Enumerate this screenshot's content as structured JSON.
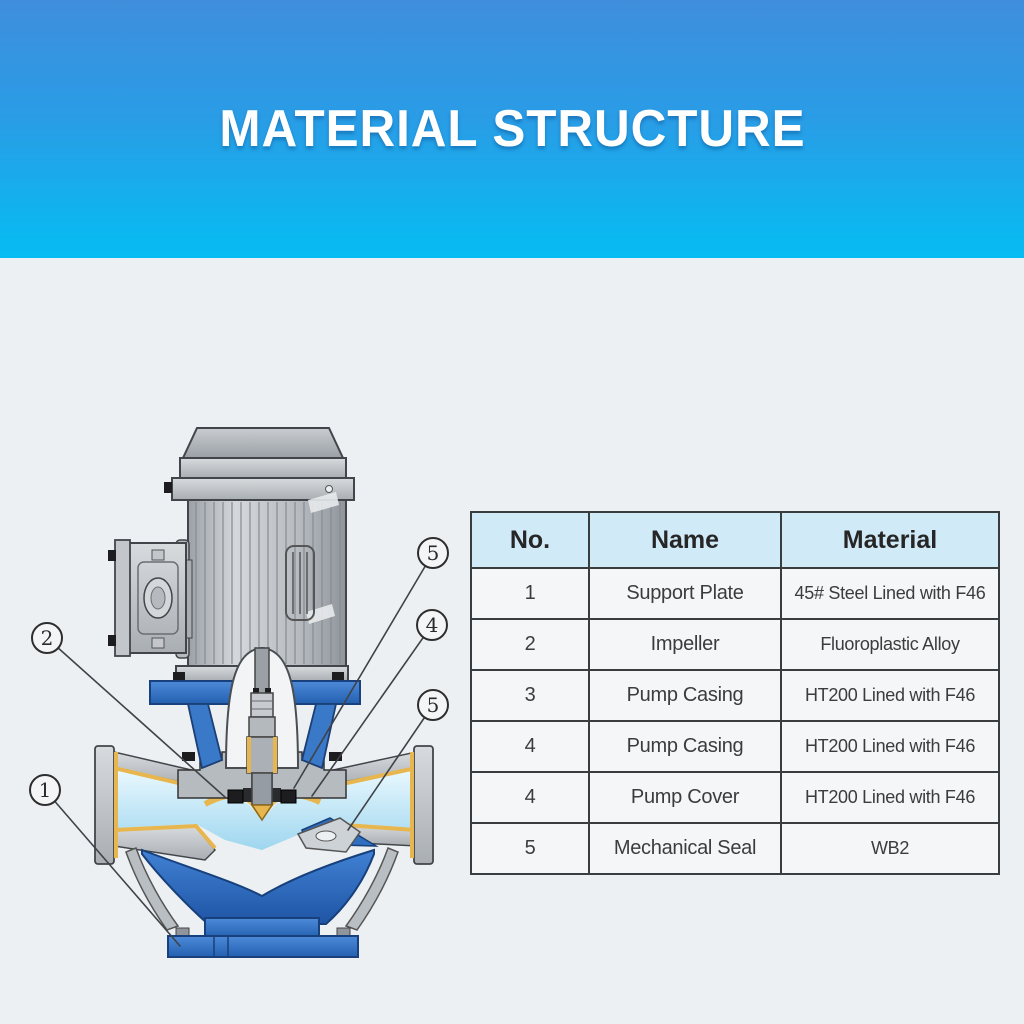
{
  "header": {
    "title": "MATERIAL STRUCTURE"
  },
  "table": {
    "columns": [
      "No.",
      "Name",
      "Material"
    ],
    "rows": [
      {
        "no": "1",
        "name": "Support Plate",
        "material": "45# Steel Lined with F46"
      },
      {
        "no": "2",
        "name": "Impeller",
        "material": "Fluoroplastic Alloy"
      },
      {
        "no": "3",
        "name": "Pump Casing",
        "material": "HT200 Lined with F46"
      },
      {
        "no": "4",
        "name": "Pump Casing",
        "material": "HT200 Lined with F46"
      },
      {
        "no": "4",
        "name": "Pump Cover",
        "material": "HT200 Lined with F46"
      },
      {
        "no": "5",
        "name": "Mechanical Seal",
        "material": "WB2"
      }
    ]
  },
  "diagram": {
    "description": "Vertical inline centrifugal pump cross-section with numbered part callouts",
    "callouts": [
      {
        "label": "2"
      },
      {
        "label": "1"
      },
      {
        "label": "5"
      },
      {
        "label": "4"
      },
      {
        "label": "5"
      }
    ]
  },
  "colors": {
    "header_gradient_top": "#3f8edc",
    "header_gradient_bottom": "#05bdf2",
    "page_background": "#edf0f2",
    "table_header_bg": "#d0eaf8",
    "table_border": "#3a3d40",
    "pump_blue": "#3172c4",
    "fluid_light_blue": "#a8ddf2",
    "lining_yellow": "#e7b64e",
    "metal_gray": "#b6bbc0"
  }
}
